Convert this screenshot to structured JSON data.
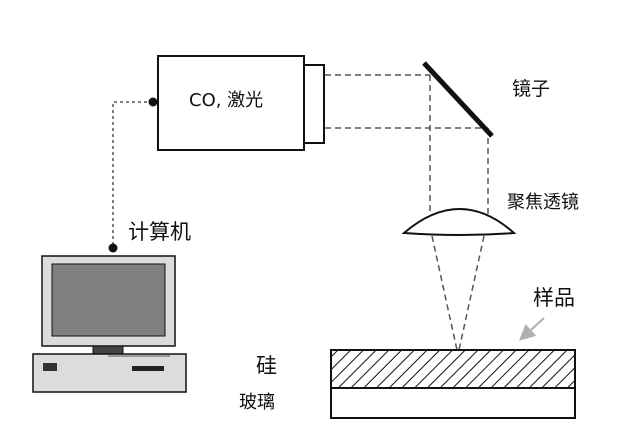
{
  "diagram": {
    "title": "",
    "labels": {
      "laser": "CO, 激光",
      "mirror": "镜子",
      "lens": "聚焦透镜",
      "sample": "样品",
      "computer": "计算机",
      "silicon": "硅",
      "glass": "玻璃"
    },
    "colors": {
      "line": "#111111",
      "dashed": "#555555",
      "monitor_screen": "#7f7f7f",
      "computer_body": "#dcdcdc",
      "arrow": "#b0b0b0"
    }
  }
}
